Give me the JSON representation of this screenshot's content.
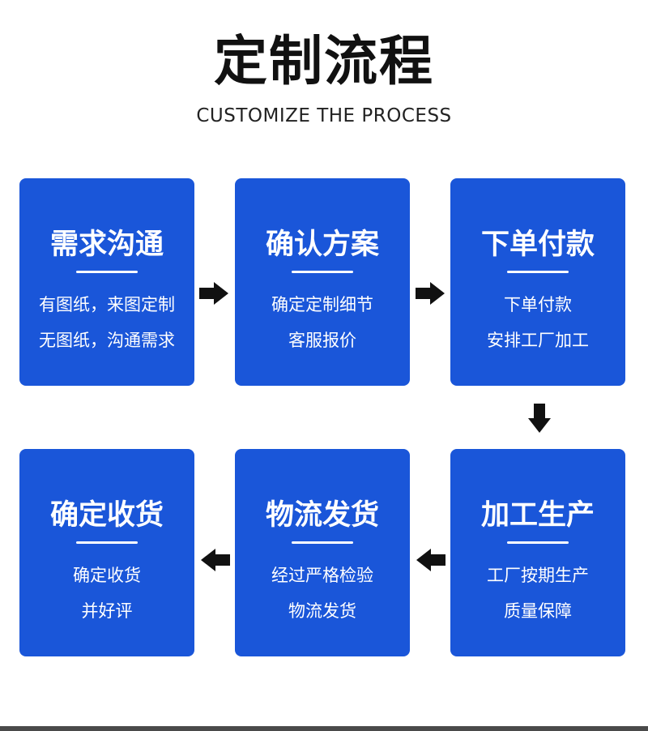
{
  "header": {
    "title": "定制流程",
    "subtitle": "CUSTOMIZE THE PROCESS"
  },
  "steps": [
    {
      "title": "需求沟通",
      "lines": [
        "有图纸，来图定制",
        "无图纸，沟通需求"
      ]
    },
    {
      "title": "确认方案",
      "lines": [
        "确定定制细节",
        "客服报价"
      ]
    },
    {
      "title": "下单付款",
      "lines": [
        "下单付款",
        "安排工厂加工"
      ]
    },
    {
      "title": "加工生产",
      "lines": [
        "工厂按期生产",
        "质量保障"
      ]
    },
    {
      "title": "物流发货",
      "lines": [
        "经过严格检验",
        "物流发货"
      ]
    },
    {
      "title": "确定收货",
      "lines": [
        "确定收货",
        "并好评"
      ]
    }
  ],
  "colors": {
    "card": "#1a56d9",
    "arrow": "#111111",
    "text": "#ffffff"
  },
  "icons": [
    "arrow-right-icon",
    "arrow-down-icon",
    "arrow-left-icon"
  ]
}
